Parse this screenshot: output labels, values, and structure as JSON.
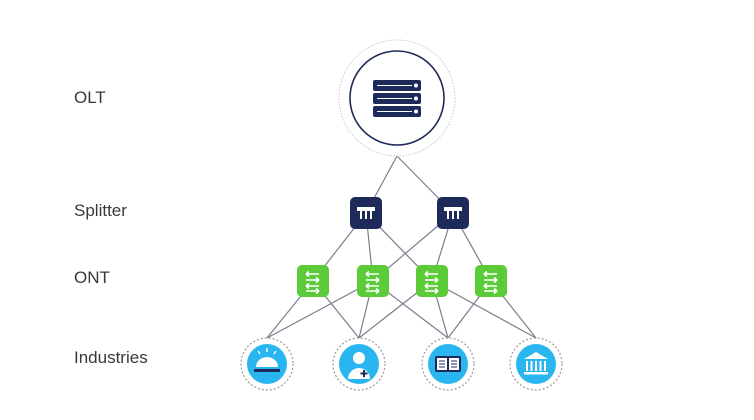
{
  "labels": {
    "olt": "OLT",
    "splitter": "Splitter",
    "ont": "ONT",
    "industries": "Industries"
  },
  "nodes": {
    "olt": {
      "icon": "server-rack-icon"
    },
    "splitters": [
      {
        "icon": "splitter-icon"
      },
      {
        "icon": "splitter-icon"
      }
    ],
    "onts": [
      {
        "icon": "arrows-exchange-icon"
      },
      {
        "icon": "arrows-exchange-icon"
      },
      {
        "icon": "arrows-exchange-icon"
      },
      {
        "icon": "arrows-exchange-icon"
      }
    ],
    "industries": [
      {
        "icon": "service-bell-icon"
      },
      {
        "icon": "healthcare-person-icon"
      },
      {
        "icon": "open-book-icon"
      },
      {
        "icon": "government-building-icon"
      }
    ]
  },
  "links": {
    "olt_to_splitter": [
      0,
      1
    ],
    "splitter_to_ont": [
      [
        0,
        0
      ],
      [
        0,
        1
      ],
      [
        0,
        2
      ],
      [
        1,
        1
      ],
      [
        1,
        2
      ],
      [
        1,
        3
      ]
    ],
    "ont_to_industry": [
      [
        0,
        0
      ],
      [
        0,
        1
      ],
      [
        1,
        0
      ],
      [
        1,
        1
      ],
      [
        1,
        2
      ],
      [
        2,
        1
      ],
      [
        2,
        2
      ],
      [
        2,
        3
      ],
      [
        3,
        2
      ],
      [
        3,
        3
      ]
    ]
  },
  "colors": {
    "navy": "#1e2a5a",
    "green": "#5ccb3a",
    "blue": "#29b6f0",
    "line": "#7a7d8c"
  }
}
